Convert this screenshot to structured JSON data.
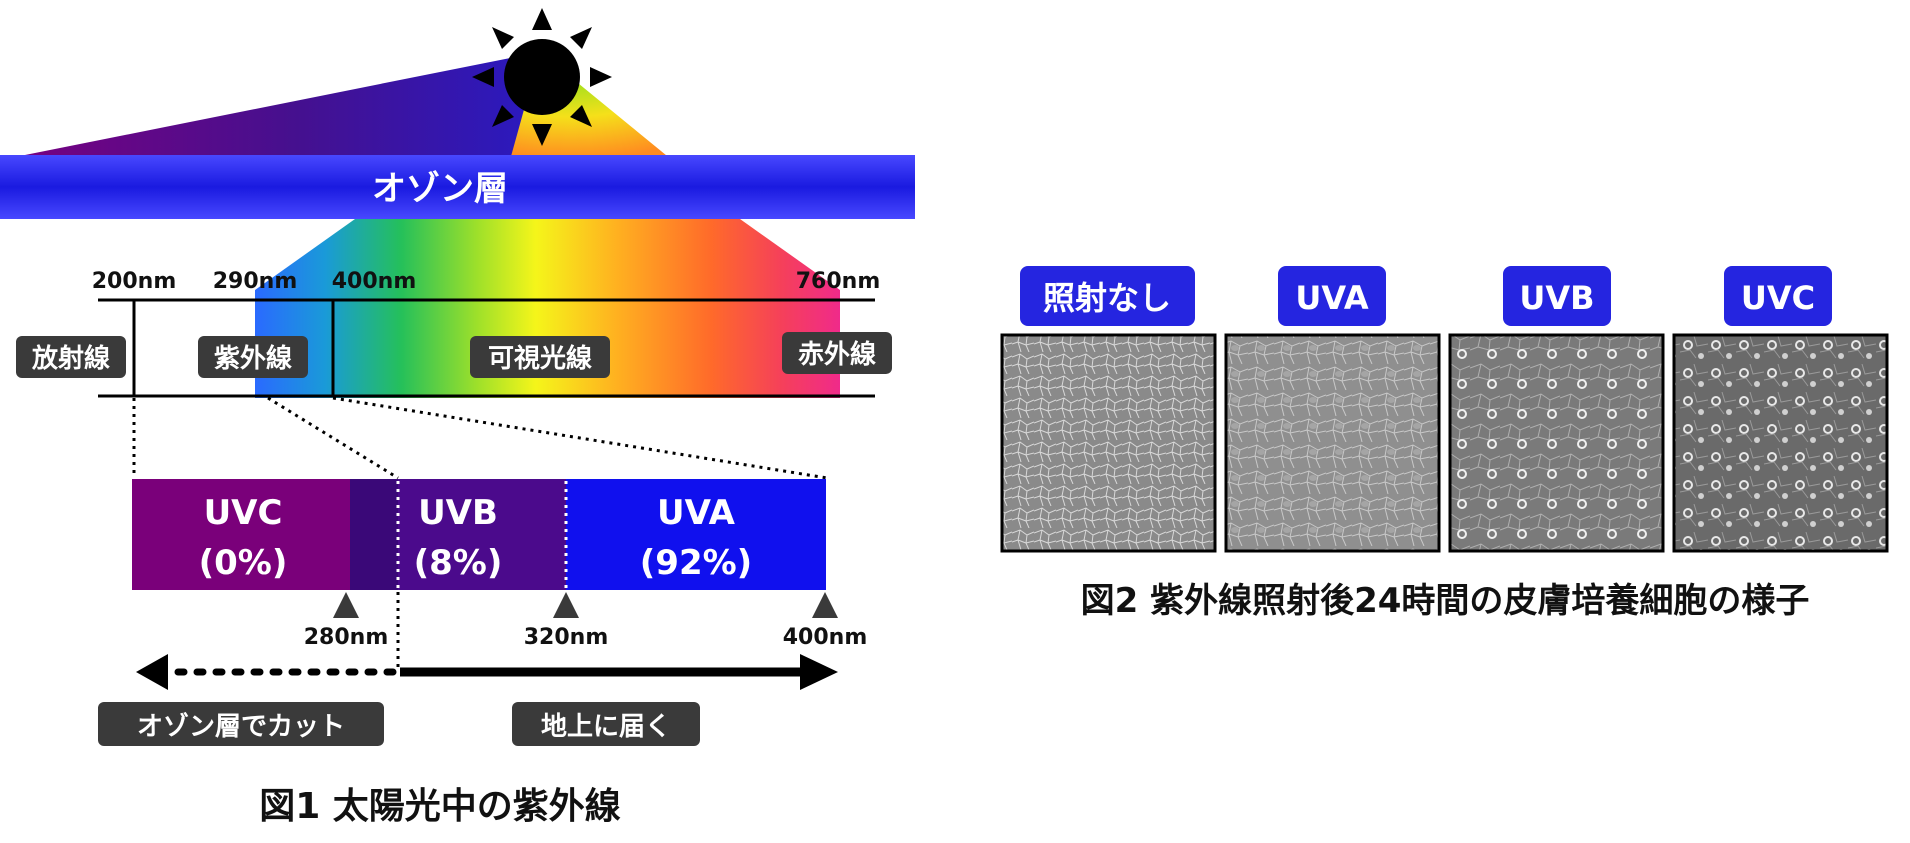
{
  "figure1": {
    "ozone_label": "オゾン層",
    "nm_labels": {
      "nm200": "200nm",
      "nm290": "290nm",
      "nm400": "400nm",
      "nm760": "760nm"
    },
    "region_labels": {
      "radiation": "放射線",
      "uv": "紫外線",
      "visible": "可視光線",
      "infrared": "赤外線"
    },
    "uv_bands": [
      {
        "name": "UVC",
        "percent": "(0%)"
      },
      {
        "name": "UVB",
        "percent": "(8%)"
      },
      {
        "name": "UVA",
        "percent": "(92%)"
      }
    ],
    "marker_labels": {
      "nm280": "280nm",
      "nm320": "320nm",
      "nm400": "400nm"
    },
    "arrow_labels": {
      "cut": "オゾン層でカット",
      "reach": "地上に届く"
    },
    "caption": "図1 太陽光中の紫外線",
    "colors": {
      "uvc": "#7a007a",
      "uvb": "#4b0a8c",
      "uvb_edge": "#3a0878",
      "uva": "#1010ee",
      "ozone": "#2a2af0",
      "infrared": "#ee2a8a"
    }
  },
  "figure2": {
    "panel_labels": [
      "照射なし",
      "UVA",
      "UVB",
      "UVC"
    ],
    "caption": "図2 紫外線照射後24時間の皮膚培養細胞の様子",
    "colors": {
      "label_bg": "#2525e0"
    }
  }
}
